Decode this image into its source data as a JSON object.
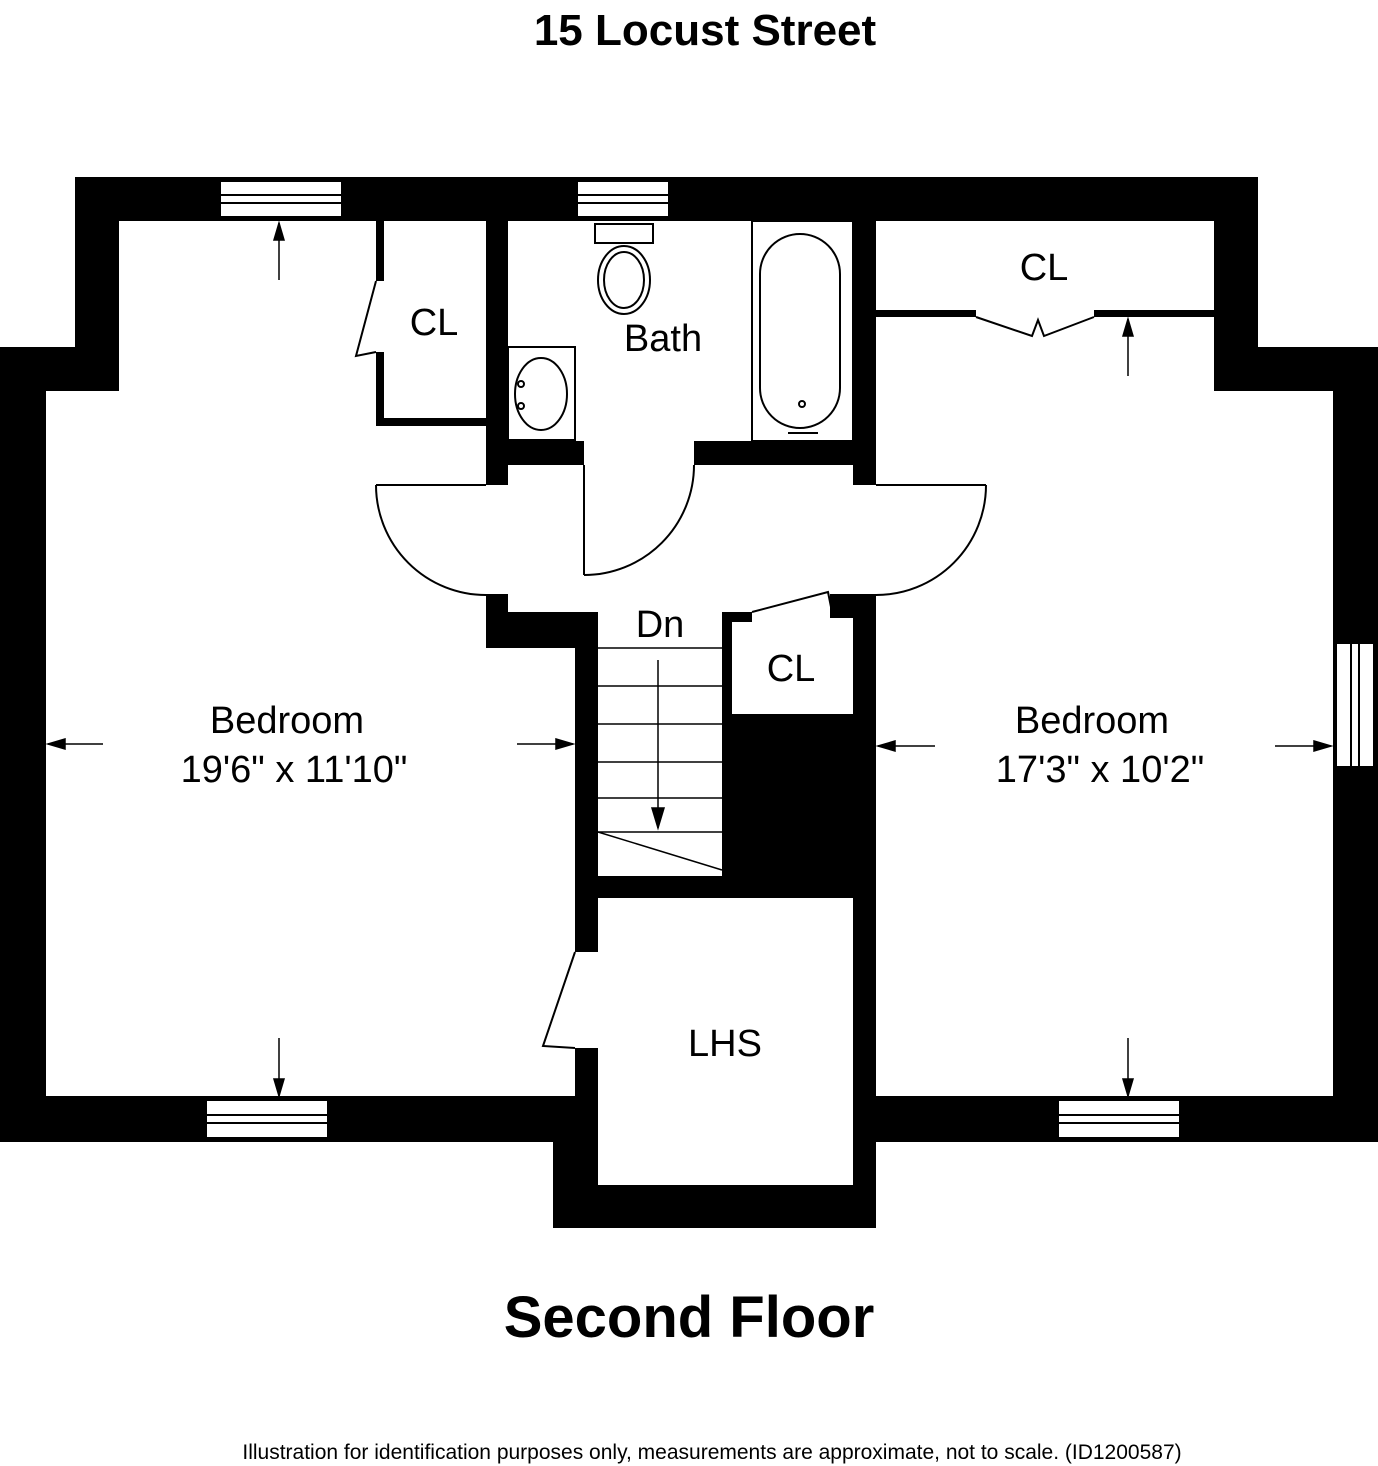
{
  "header": {
    "address": "15 Locust Street"
  },
  "floor": {
    "name": "Second Floor"
  },
  "footer": {
    "disclaimer": "Illustration for identification purposes only, measurements are approximate, not to scale. (ID1200587)"
  },
  "rooms": {
    "bedroom_left": {
      "name": "Bedroom",
      "size": "19'6\" x 11'10\""
    },
    "bedroom_right": {
      "name": "Bedroom",
      "size": "17'3\" x 10'2\""
    },
    "bath": {
      "name": "Bath"
    },
    "closet_left": {
      "name": "CL"
    },
    "closet_top_right": {
      "name": "CL"
    },
    "closet_stair": {
      "name": "CL"
    },
    "stairs": {
      "name": "Dn"
    },
    "lhs": {
      "name": "LHS"
    }
  }
}
